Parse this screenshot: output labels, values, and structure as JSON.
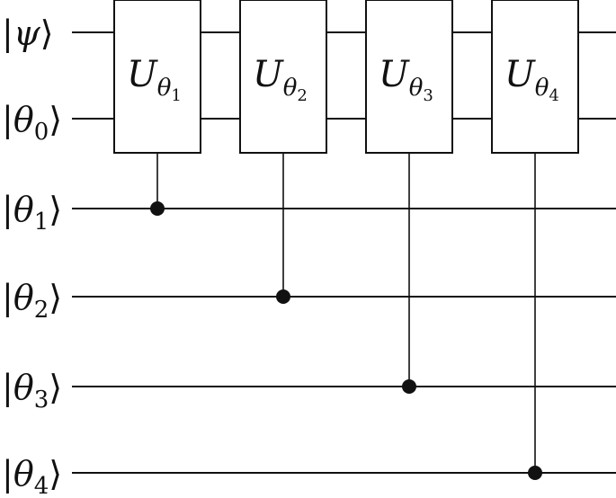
{
  "circuit": {
    "qubits": [
      {
        "symbol": "ψ",
        "subscript": ""
      },
      {
        "symbol": "θ",
        "subscript": "0"
      },
      {
        "symbol": "θ",
        "subscript": "1"
      },
      {
        "symbol": "θ",
        "subscript": "2"
      },
      {
        "symbol": "θ",
        "subscript": "3"
      },
      {
        "symbol": "θ",
        "subscript": "4"
      }
    ],
    "gates": [
      {
        "base": "U",
        "param": "θ",
        "sub": "1",
        "targets": [
          0,
          1
        ],
        "control": 2
      },
      {
        "base": "U",
        "param": "θ",
        "sub": "2",
        "targets": [
          0,
          1
        ],
        "control": 3
      },
      {
        "base": "U",
        "param": "θ",
        "sub": "3",
        "targets": [
          0,
          1
        ],
        "control": 4
      },
      {
        "base": "U",
        "param": "θ",
        "sub": "4",
        "targets": [
          0,
          1
        ],
        "control": 5
      }
    ]
  },
  "colors": {
    "ink": "#111111",
    "background": "#ffffff"
  }
}
